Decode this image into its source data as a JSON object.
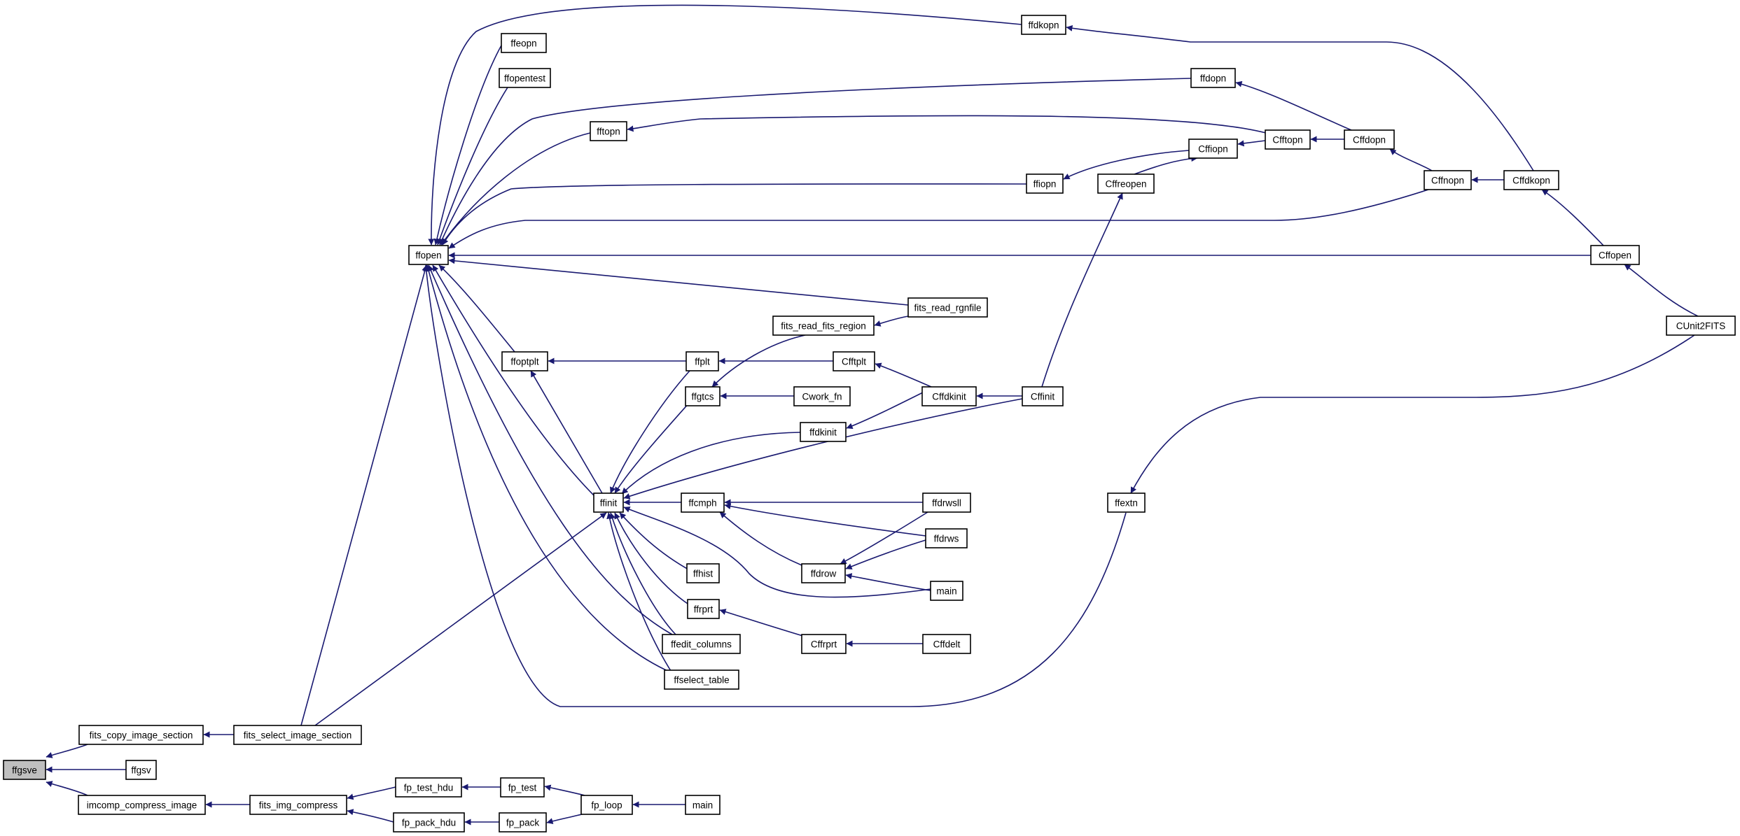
{
  "graph": {
    "kind": "caller-graph",
    "colors": {
      "edge": "#191970",
      "node_border": "#000000",
      "node_border_truncated": "#ff0000",
      "root_fill": "#bfbfbf",
      "node_fill": "#ffffff"
    },
    "nodes": [
      {
        "id": "ffgsve",
        "label": "ffgsve",
        "style": "root"
      },
      {
        "id": "fits_copy_image_section",
        "label": "fits_copy_image_section"
      },
      {
        "id": "ffgsv",
        "label": "ffgsv"
      },
      {
        "id": "imcomp_compress_image",
        "label": "imcomp_compress_image"
      },
      {
        "id": "fits_select_image_section",
        "label": "fits_select_image_section"
      },
      {
        "id": "fits_img_compress",
        "label": "fits_img_compress"
      },
      {
        "id": "fp_test_hdu",
        "label": "fp_test_hdu"
      },
      {
        "id": "fp_pack_hdu",
        "label": "fp_pack_hdu"
      },
      {
        "id": "fp_test",
        "label": "fp_test"
      },
      {
        "id": "fp_pack",
        "label": "fp_pack"
      },
      {
        "id": "fp_loop",
        "label": "fp_loop"
      },
      {
        "id": "main_fp",
        "label": "main"
      },
      {
        "id": "ffopen",
        "label": "ffopen"
      },
      {
        "id": "ffinit",
        "label": "ffinit"
      },
      {
        "id": "ffeopn",
        "label": "ffeopn"
      },
      {
        "id": "ffopentest",
        "label": "ffopentest"
      },
      {
        "id": "fftopn",
        "label": "fftopn"
      },
      {
        "id": "ffoptplt",
        "label": "ffoptplt"
      },
      {
        "id": "ffkopn",
        "label": "ffdkopn"
      },
      {
        "id": "ffdopn",
        "label": "ffdopn"
      },
      {
        "id": "ffiopn",
        "label": "ffiopn"
      },
      {
        "id": "fits_read_rgnfile",
        "label": "fits_read_rgnfile"
      },
      {
        "id": "fits_read_fits_region",
        "label": "fits_read_fits_region"
      },
      {
        "id": "ffplt",
        "label": "ffplt"
      },
      {
        "id": "ffgtcs",
        "label": "ffgtcs"
      },
      {
        "id": "ffdkinit",
        "label": "ffdkinit"
      },
      {
        "id": "ffcmph",
        "label": "ffcmph"
      },
      {
        "id": "ffhist",
        "label": "ffhist"
      },
      {
        "id": "ffrprt",
        "label": "ffrprt"
      },
      {
        "id": "ffedit_columns",
        "label": "ffedit_columns"
      },
      {
        "id": "ffselect_table",
        "label": "ffselect_table"
      },
      {
        "id": "ffdrow",
        "label": "ffdrow"
      },
      {
        "id": "Cffdopn",
        "label": "Cffdopn"
      },
      {
        "id": "Cfftopn",
        "label": "Cfftopn"
      },
      {
        "id": "Cffiopn",
        "label": "Cffiopn"
      },
      {
        "id": "Cffreopen",
        "label": "Cffreopen"
      },
      {
        "id": "Cffnopn",
        "label": "Cffnopn"
      },
      {
        "id": "Cffdkopn",
        "label": "Cffdkopn"
      },
      {
        "id": "Cffopen",
        "label": "Cffopen"
      },
      {
        "id": "CUnit2FITS",
        "label": "CUnit2FITS"
      },
      {
        "id": "Cfftplt",
        "label": "Cfftplt"
      },
      {
        "id": "Cwork_fn",
        "label": "Cwork_fn",
        "style": "truncated"
      },
      {
        "id": "Cffdkinit",
        "label": "Cffdkinit"
      },
      {
        "id": "Cffinit",
        "label": "Cffinit"
      },
      {
        "id": "ffextn",
        "label": "ffextn"
      },
      {
        "id": "ffdrwsll",
        "label": "ffdrwsll"
      },
      {
        "id": "ffdrws",
        "label": "ffdrws",
        "style": "truncated"
      },
      {
        "id": "main_ffdrow",
        "label": "main"
      },
      {
        "id": "Cffrprt",
        "label": "Cffrprt"
      },
      {
        "id": "Cffdelt",
        "label": "Cffdelt",
        "style": "truncated"
      }
    ],
    "edges": [
      {
        "from": "fits_copy_image_section",
        "to": "ffgsve"
      },
      {
        "from": "ffgsv",
        "to": "ffgsve"
      },
      {
        "from": "imcomp_compress_image",
        "to": "ffgsve"
      },
      {
        "from": "fits_select_image_section",
        "to": "fits_copy_image_section"
      },
      {
        "from": "fits_img_compress",
        "to": "imcomp_compress_image"
      },
      {
        "from": "fp_test_hdu",
        "to": "fits_img_compress"
      },
      {
        "from": "fp_pack_hdu",
        "to": "fits_img_compress"
      },
      {
        "from": "fp_test",
        "to": "fp_test_hdu"
      },
      {
        "from": "fp_pack",
        "to": "fp_pack_hdu"
      },
      {
        "from": "fp_loop",
        "to": "fp_test"
      },
      {
        "from": "fp_loop",
        "to": "fp_pack"
      },
      {
        "from": "main_fp",
        "to": "fp_loop"
      },
      {
        "from": "ffopen",
        "to": "fits_select_image_section"
      },
      {
        "from": "ffinit",
        "to": "fits_select_image_section"
      },
      {
        "from": "ffeopn",
        "to": "ffopen"
      },
      {
        "from": "ffopentest",
        "to": "ffopen"
      },
      {
        "from": "fftopn",
        "to": "ffopen"
      },
      {
        "from": "ffoptplt",
        "to": "ffopen"
      },
      {
        "from": "ffkopn",
        "to": "ffopen"
      },
      {
        "from": "ffdopn",
        "to": "ffopen"
      },
      {
        "from": "ffiopn",
        "to": "ffopen"
      },
      {
        "from": "Cffnopn",
        "to": "ffopen"
      },
      {
        "from": "Cffopen",
        "to": "ffopen"
      },
      {
        "from": "fits_read_rgnfile",
        "to": "ffopen"
      },
      {
        "from": "ffinit",
        "to": "ffopen"
      },
      {
        "from": "ffedit_columns",
        "to": "ffopen"
      },
      {
        "from": "ffselect_table",
        "to": "ffopen"
      },
      {
        "from": "ffextn",
        "to": "ffopen"
      },
      {
        "from": "Cfftopn",
        "to": "fftopn"
      },
      {
        "from": "ffplt",
        "to": "ffoptplt"
      },
      {
        "from": "ffinit",
        "to": "ffoptplt"
      },
      {
        "from": "Cffdkopn",
        "to": "ffkopn"
      },
      {
        "from": "Cffdopn",
        "to": "ffdopn"
      },
      {
        "from": "Cffiopn",
        "to": "ffiopn"
      },
      {
        "from": "ffplt",
        "to": "ffinit"
      },
      {
        "from": "ffgtcs",
        "to": "ffinit"
      },
      {
        "from": "ffdkinit",
        "to": "ffinit"
      },
      {
        "from": "Cffinit",
        "to": "ffinit"
      },
      {
        "from": "ffcmph",
        "to": "ffinit"
      },
      {
        "from": "ffhist",
        "to": "ffinit"
      },
      {
        "from": "ffrprt",
        "to": "ffinit"
      },
      {
        "from": "ffedit_columns",
        "to": "ffinit"
      },
      {
        "from": "ffselect_table",
        "to": "ffinit"
      },
      {
        "from": "main_ffdrow",
        "to": "ffinit"
      },
      {
        "from": "fits_read_rgnfile",
        "to": "fits_read_fits_region"
      },
      {
        "from": "fits_read_fits_region",
        "to": "ffgtcs"
      },
      {
        "from": "Cfftplt",
        "to": "ffplt"
      },
      {
        "from": "Cwork_fn",
        "to": "ffgtcs"
      },
      {
        "from": "Cffdkinit",
        "to": "ffdkinit"
      },
      {
        "from": "ffdrwsll",
        "to": "ffcmph"
      },
      {
        "from": "ffdrws",
        "to": "ffcmph"
      },
      {
        "from": "ffdrow",
        "to": "ffcmph"
      },
      {
        "from": "Cffrprt",
        "to": "ffrprt"
      },
      {
        "from": "ffdrwsll",
        "to": "ffdrow"
      },
      {
        "from": "ffdrws",
        "to": "ffdrow"
      },
      {
        "from": "main_ffdrow",
        "to": "ffdrow"
      },
      {
        "from": "Cffdopn",
        "to": "Cfftopn"
      },
      {
        "from": "Cfftopn",
        "to": "Cffiopn"
      },
      {
        "from": "Cffreopen",
        "to": "Cffiopn"
      },
      {
        "from": "Cffnopn",
        "to": "Cffdopn"
      },
      {
        "from": "Cffdkopn",
        "to": "Cffnopn"
      },
      {
        "from": "Cffopen",
        "to": "Cffdkopn"
      },
      {
        "from": "CUnit2FITS",
        "to": "Cffopen"
      },
      {
        "from": "CUnit2FITS",
        "to": "ffextn"
      },
      {
        "from": "Cffinit",
        "to": "Cffreopen"
      },
      {
        "from": "Cffdkinit",
        "to": "Cfftplt"
      },
      {
        "from": "Cffinit",
        "to": "Cffdkinit"
      },
      {
        "from": "Cffdelt",
        "to": "Cffrprt"
      }
    ]
  }
}
